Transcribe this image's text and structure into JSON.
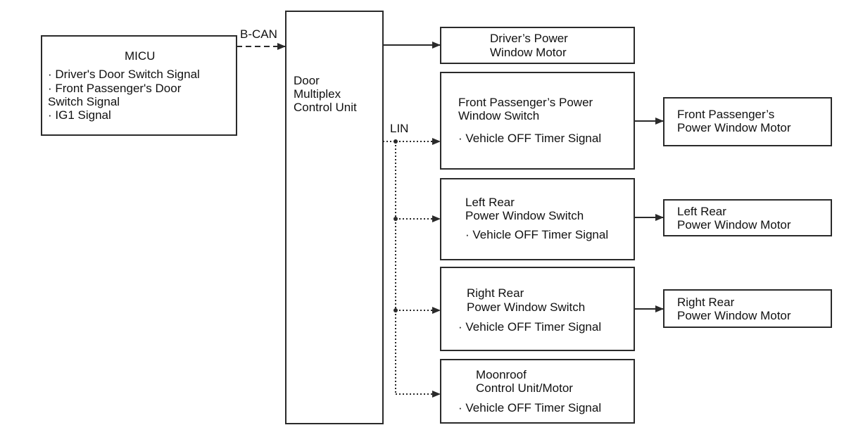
{
  "micu": {
    "title": "MICU",
    "lines": [
      "· Driver's Door Switch Signal",
      "· Front Passenger's Door",
      "Switch Signal",
      "· IG1 Signal"
    ]
  },
  "bus": {
    "bcan": "B-CAN",
    "lin": "LIN"
  },
  "door_unit": {
    "lines": [
      "Door",
      "Multiplex",
      "Control Unit"
    ]
  },
  "driver_motor": {
    "lines": [
      "Driver’s Power",
      "Window Motor"
    ]
  },
  "fp_switch": {
    "lines": [
      "Front Passenger’s Power",
      "Window Switch"
    ],
    "signal": "· Vehicle OFF Timer Signal"
  },
  "fp_motor": {
    "lines": [
      "Front Passenger’s",
      "Power Window Motor"
    ]
  },
  "lr_switch": {
    "lines": [
      "Left Rear",
      "Power Window Switch"
    ],
    "signal": "· Vehicle OFF Timer Signal"
  },
  "lr_motor": {
    "lines": [
      "Left Rear",
      "Power Window Motor"
    ]
  },
  "rr_switch": {
    "lines": [
      "Right Rear",
      "Power Window Switch"
    ],
    "signal": "· Vehicle OFF Timer Signal"
  },
  "rr_motor": {
    "lines": [
      "Right Rear",
      "Power Window Motor"
    ]
  },
  "moonroof": {
    "lines": [
      "Moonroof",
      "Control Unit/Motor"
    ],
    "signal": "· Vehicle OFF Timer Signal"
  }
}
